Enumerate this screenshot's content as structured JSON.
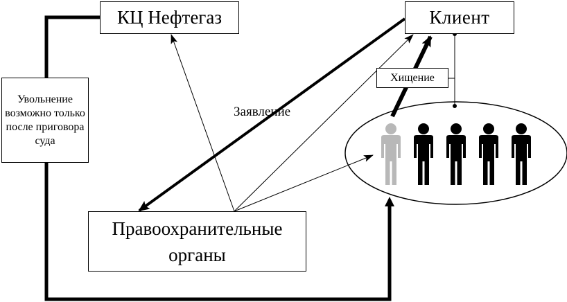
{
  "nodes": {
    "kc_neftegaz": "КЦ Нефтегаз",
    "client": "Клиент",
    "law_enforcement": [
      "Правоохранительные",
      "органы"
    ],
    "theft": "Хищение",
    "dismissal_note": "Увольнение возможно только после приговора суда"
  },
  "edge_labels": {
    "statement": "Заявление"
  },
  "group": {
    "people_count": 5,
    "highlighted_person_index": 0,
    "colors": {
      "highlighted": "#b8b8b8",
      "default": "#000000"
    }
  }
}
